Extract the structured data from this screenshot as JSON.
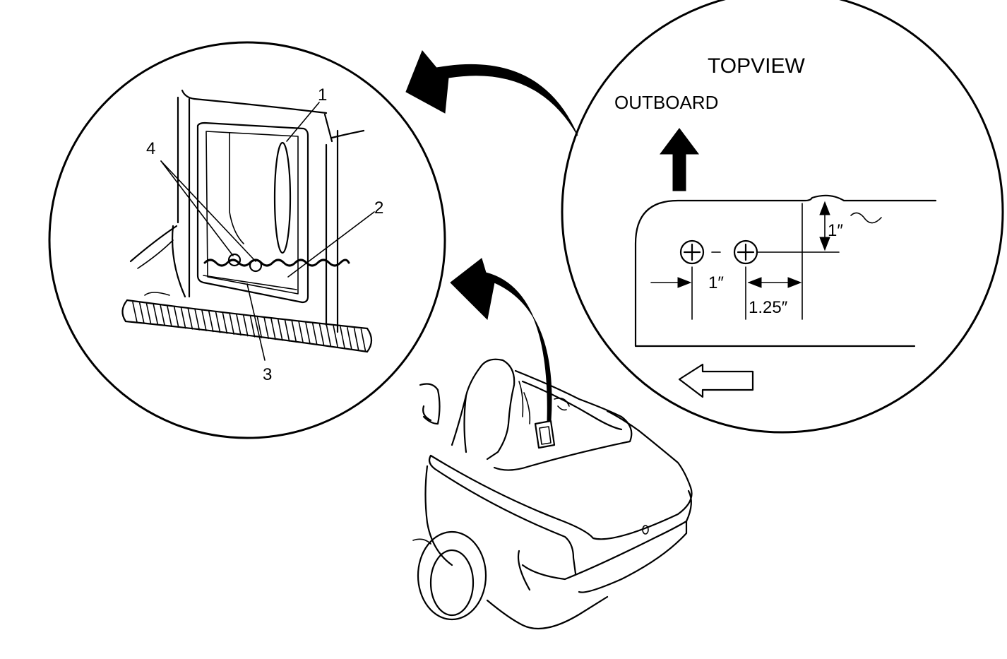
{
  "detail_view": {
    "callouts": {
      "c1": "1",
      "c2": "2",
      "c3": "3",
      "c4": "4"
    }
  },
  "top_view": {
    "title": "TOPVIEW",
    "direction_label": "OUTBOARD",
    "dim_spacing": "1″",
    "dim_edge": "1.25″",
    "dim_inboard": "1″"
  }
}
